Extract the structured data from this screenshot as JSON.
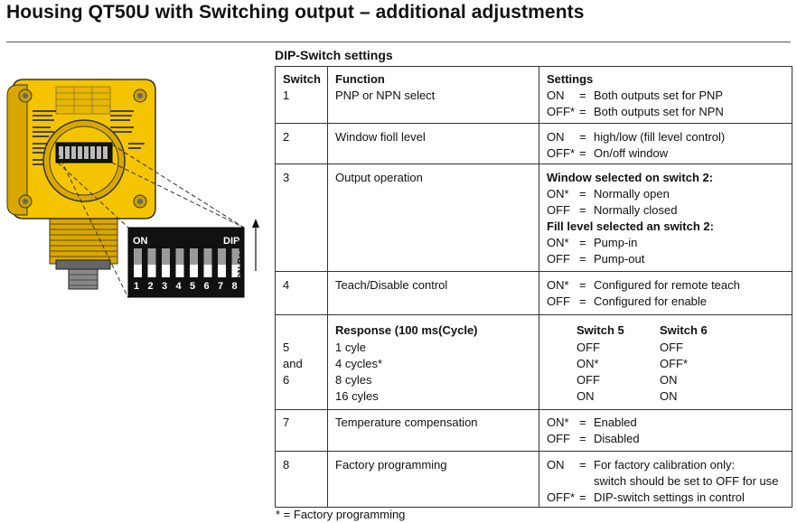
{
  "page": {
    "title": "Housing QT50U with Switching output – additional adjustments",
    "section_title": "DIP-Switch settings",
    "footnote": "* = Factory programming"
  },
  "illustration": {
    "dip_on_label": "ON",
    "dip_label": "DIP",
    "dip_numbers": [
      "1",
      "2",
      "3",
      "4",
      "5",
      "6",
      "7",
      "8"
    ],
    "on_position_label": "ON Position"
  },
  "table": {
    "headers": {
      "switch": "Switch",
      "function": "Function",
      "settings": "Settings"
    },
    "rows": [
      {
        "switch": "1",
        "function": "PNP or NPN select",
        "settings": [
          {
            "state": "ON",
            "eq": "=",
            "desc": "Both outputs set for PNP"
          },
          {
            "state": "OFF*",
            "eq": "=",
            "desc": "Both outputs set for NPN"
          }
        ]
      },
      {
        "switch": "2",
        "function": "Window fioll level",
        "settings": [
          {
            "state": "ON",
            "eq": "=",
            "desc": "high/low (fill level control)"
          },
          {
            "state": "OFF*",
            "eq": "=",
            "desc": "On/off window"
          }
        ]
      },
      {
        "switch": "3",
        "function": "Output operation",
        "heading1": "Window selected on switch 2:",
        "settings1": [
          {
            "state": "ON*",
            "eq": "=",
            "desc": "Normally open"
          },
          {
            "state": "OFF",
            "eq": "=",
            "desc": "Normally closed"
          }
        ],
        "heading2": "Fill level selected an switch 2:",
        "settings2": [
          {
            "state": "ON*",
            "eq": "=",
            "desc": "Pump-in"
          },
          {
            "state": "OFF",
            "eq": "=",
            "desc": "Pump-out"
          }
        ]
      },
      {
        "switch": "4",
        "function": "Teach/Disable control",
        "settings": [
          {
            "state": "ON*",
            "eq": "=",
            "desc": "Configured for remote teach"
          },
          {
            "state": "OFF",
            "eq": "=",
            "desc": "Configured for enable"
          }
        ]
      },
      {
        "switch": [
          "5",
          "and",
          "6"
        ],
        "function_heading": "Response (100 ms(Cycle)",
        "functions": [
          "1 cyle",
          "4 cycles*",
          "8 cyles",
          "16 cyles"
        ],
        "col_heads": [
          "Switch 5",
          "Switch 6"
        ],
        "sw5": [
          "OFF",
          "ON*",
          "OFF",
          "ON"
        ],
        "sw6": [
          "OFF",
          "OFF*",
          "ON",
          "ON"
        ]
      },
      {
        "switch": "7",
        "function": "Temperature compensation",
        "settings": [
          {
            "state": "ON*",
            "eq": "=",
            "desc": "Enabled"
          },
          {
            "state": "OFF",
            "eq": "=",
            "desc": "Disabled"
          }
        ]
      },
      {
        "switch": "8",
        "function": "Factory programming",
        "settings": [
          {
            "state": "ON",
            "eq": "=",
            "desc": "For factory calibration only:"
          },
          {
            "state": "",
            "eq": "",
            "desc": "switch should be set to OFF for use"
          },
          {
            "state": "OFF*",
            "eq": "=",
            "desc": "DIP-switch settings in control"
          }
        ]
      }
    ]
  }
}
